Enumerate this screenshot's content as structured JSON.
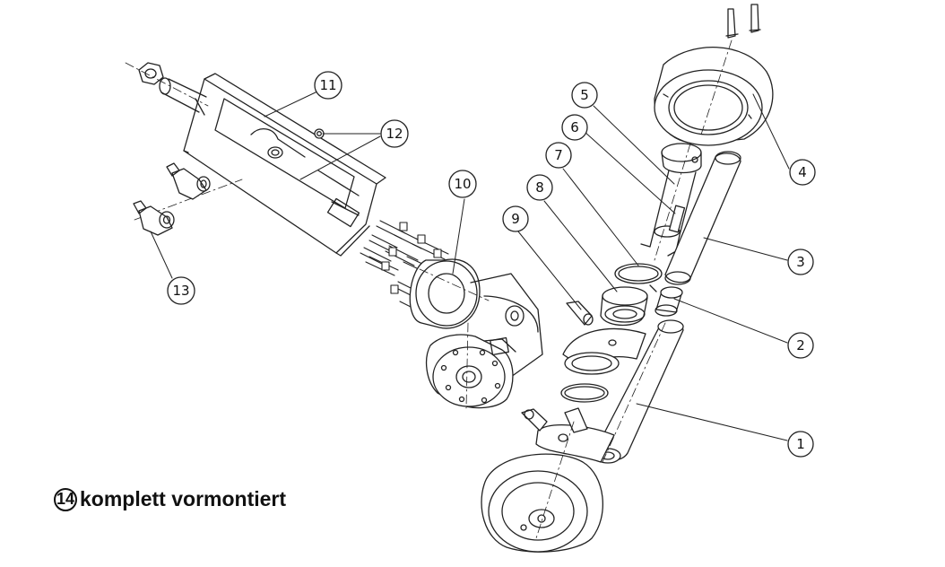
{
  "callouts": {
    "c1": "1",
    "c2": "2",
    "c3": "3",
    "c4": "4",
    "c5": "5",
    "c6": "6",
    "c7": "7",
    "c8": "8",
    "c9": "9",
    "c10": "10",
    "c11": "11",
    "c12": "12",
    "c13": "13"
  },
  "caption": {
    "number": "14",
    "text": "komplett vormontiert"
  }
}
